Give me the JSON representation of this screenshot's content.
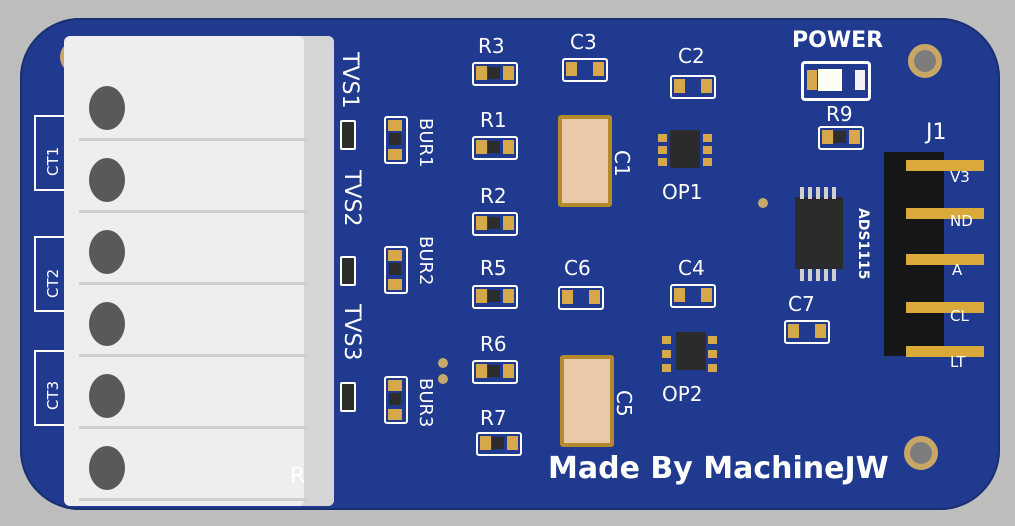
{
  "colors": {
    "pcb": "#1f3a8e",
    "silk": "#ffffff",
    "pad": "#d6a84a",
    "background": "#bdbdbd"
  },
  "labels": {
    "ct1": "CT1",
    "ct2": "CT2",
    "ct3": "CT3",
    "tvs1": "TVS1",
    "tvs2": "TVS2",
    "tvs3": "TVS3",
    "bur1": "BUR1",
    "bur2": "BUR2",
    "bur3": "BUR3",
    "r1": "R1",
    "r2": "R2",
    "r3": "R3",
    "r5": "R5",
    "r6": "R6",
    "r7": "R7",
    "r9": "R9",
    "c1": "C1",
    "c2": "C2",
    "c3": "C3",
    "c4": "C4",
    "c5": "C5",
    "c6": "C6",
    "c7": "C7",
    "op1": "OP1",
    "op2": "OP2",
    "ads": "ADS1115",
    "power": "POWER",
    "j1": "J1",
    "terminal_partial": "R",
    "header_partial": [
      "V3",
      "ND",
      "A",
      "CL",
      "LT"
    ],
    "maker": "Made By MachineJW"
  }
}
